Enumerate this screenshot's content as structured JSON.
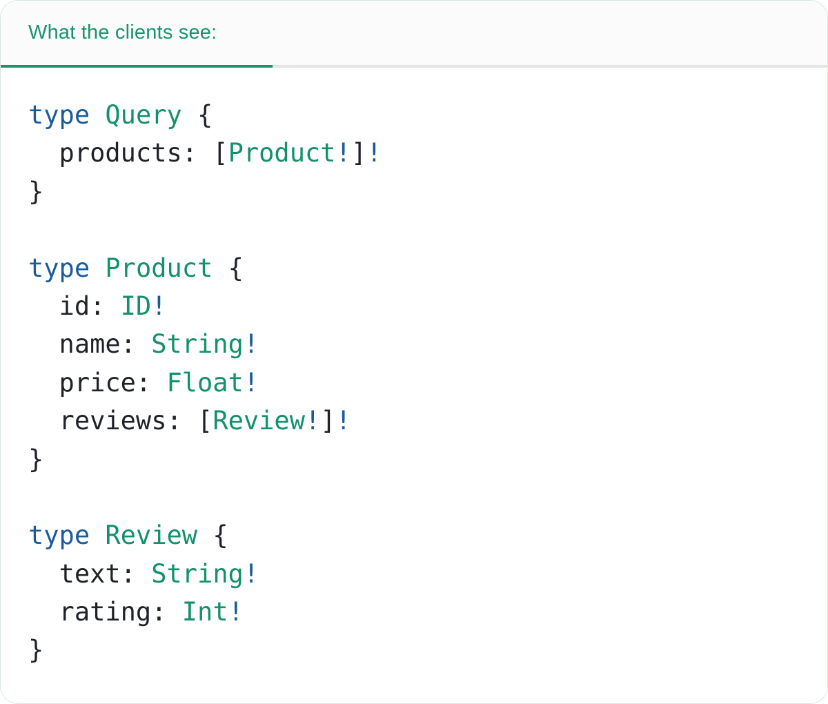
{
  "tab": {
    "label": "What the clients see:"
  },
  "colors": {
    "accent_green": "#17946c",
    "divider_gray": "#e4e4e4",
    "header_bg": "#fbfbfb",
    "card_border": "#d9e7de",
    "code_keyword_blue": "#1a5b9e",
    "code_type_green": "#12916b",
    "code_plain": "#1f2328"
  },
  "code": {
    "lines": [
      [
        {
          "t": "type",
          "c": "kw"
        },
        {
          "t": " ",
          "c": "pl"
        },
        {
          "t": "Query",
          "c": "ty"
        },
        {
          "t": " {",
          "c": "pl"
        }
      ],
      [
        {
          "t": "  products: [",
          "c": "pl"
        },
        {
          "t": "Product",
          "c": "ty"
        },
        {
          "t": "!",
          "c": "kw"
        },
        {
          "t": "]",
          "c": "pl"
        },
        {
          "t": "!",
          "c": "kw"
        }
      ],
      [
        {
          "t": "}",
          "c": "pl"
        }
      ],
      [],
      [
        {
          "t": "type",
          "c": "kw"
        },
        {
          "t": " ",
          "c": "pl"
        },
        {
          "t": "Product",
          "c": "ty"
        },
        {
          "t": " {",
          "c": "pl"
        }
      ],
      [
        {
          "t": "  id: ",
          "c": "pl"
        },
        {
          "t": "ID",
          "c": "ty"
        },
        {
          "t": "!",
          "c": "kw"
        }
      ],
      [
        {
          "t": "  name: ",
          "c": "pl"
        },
        {
          "t": "String",
          "c": "ty"
        },
        {
          "t": "!",
          "c": "kw"
        }
      ],
      [
        {
          "t": "  price: ",
          "c": "pl"
        },
        {
          "t": "Float",
          "c": "ty"
        },
        {
          "t": "!",
          "c": "kw"
        }
      ],
      [
        {
          "t": "  reviews: [",
          "c": "pl"
        },
        {
          "t": "Review",
          "c": "ty"
        },
        {
          "t": "!",
          "c": "kw"
        },
        {
          "t": "]",
          "c": "pl"
        },
        {
          "t": "!",
          "c": "kw"
        }
      ],
      [
        {
          "t": "}",
          "c": "pl"
        }
      ],
      [],
      [
        {
          "t": "type",
          "c": "kw"
        },
        {
          "t": " ",
          "c": "pl"
        },
        {
          "t": "Review",
          "c": "ty"
        },
        {
          "t": " {",
          "c": "pl"
        }
      ],
      [
        {
          "t": "  text: ",
          "c": "pl"
        },
        {
          "t": "String",
          "c": "ty"
        },
        {
          "t": "!",
          "c": "kw"
        }
      ],
      [
        {
          "t": "  rating: ",
          "c": "pl"
        },
        {
          "t": "Int",
          "c": "ty"
        },
        {
          "t": "!",
          "c": "kw"
        }
      ],
      [
        {
          "t": "}",
          "c": "pl"
        }
      ]
    ]
  }
}
